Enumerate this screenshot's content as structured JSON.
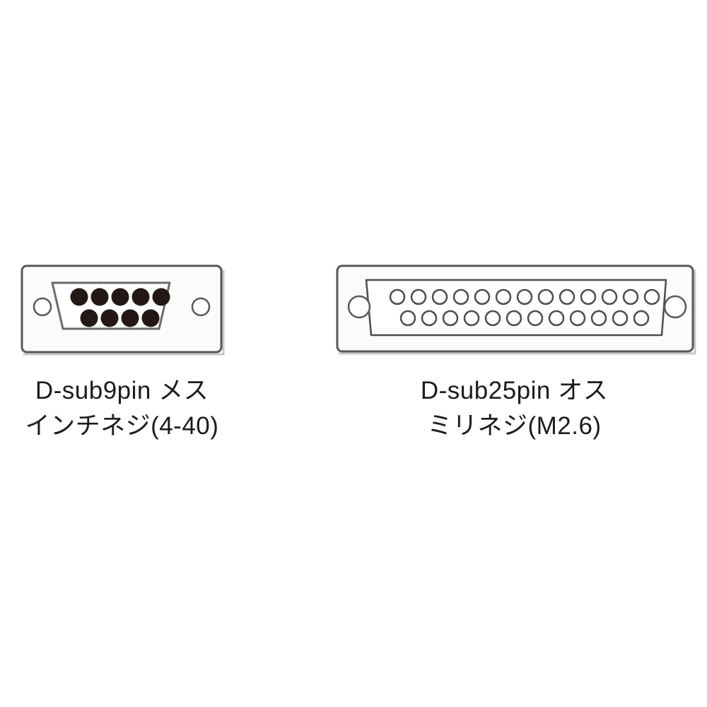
{
  "page": {
    "background_color": "#ffffff",
    "title": "D-sub connector pinout illustration"
  },
  "colors": {
    "outline": "#58585a",
    "shell_fill": "#fbfbfb",
    "shield_outline": "#6b6b6e",
    "pin_filled": "#231815",
    "pin_hollow_outline": "#4d4d4f",
    "text": "#1c1c1c"
  },
  "connectors": [
    {
      "id": "dsub9",
      "name": "D-sub 9 pin female connector",
      "pin_count": 9,
      "gender": "female",
      "pin_style": "filled",
      "rows": [
        5,
        4
      ],
      "screw_holes": 2,
      "caption": {
        "line1": "D-sub9pin メス",
        "line2": "インチネジ(4-40)"
      }
    },
    {
      "id": "dsub25",
      "name": "D-sub 25 pin male connector",
      "pin_count": 25,
      "gender": "male",
      "pin_style": "hollow",
      "rows": [
        13,
        12
      ],
      "screw_holes": 2,
      "caption": {
        "line1": "D-sub25pin オス",
        "line2": "ミリネジ(M2.6)"
      }
    }
  ]
}
